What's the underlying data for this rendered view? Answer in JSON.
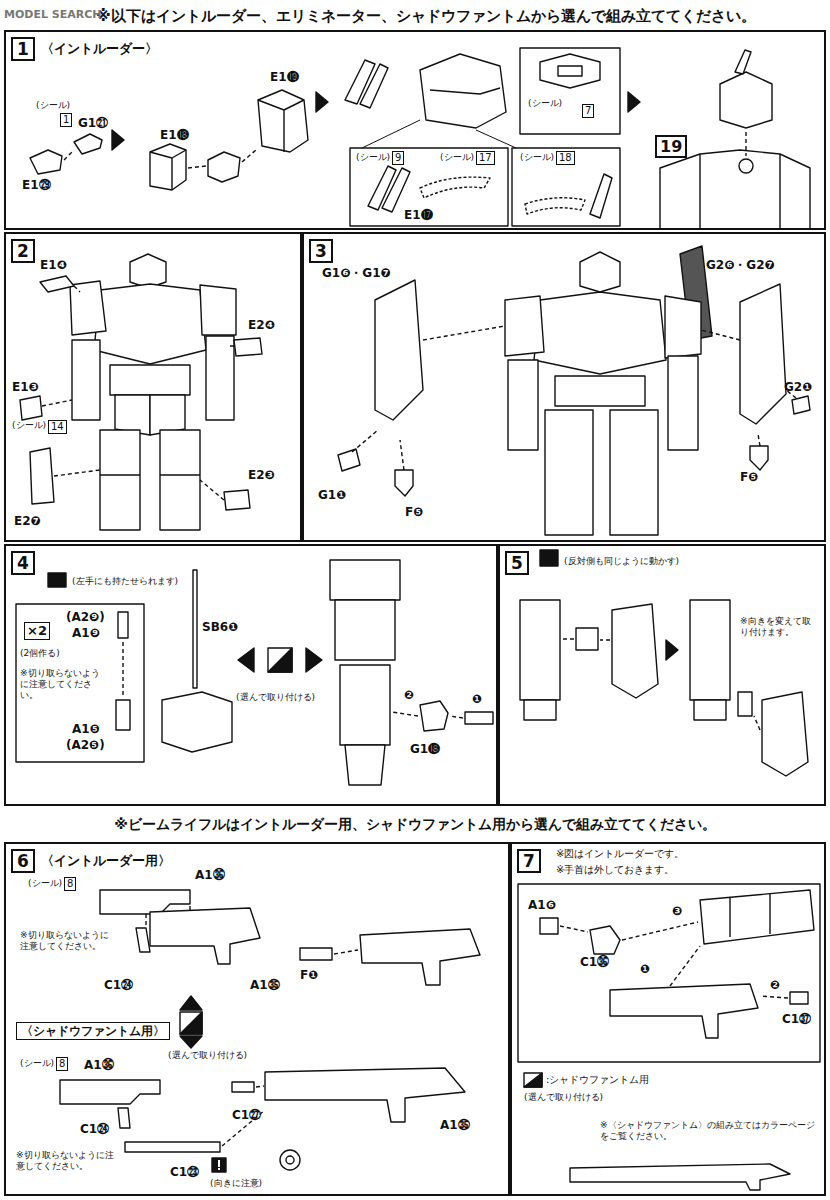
{
  "diagram": {
    "title": "※以下はイントルーダー、エリミネーター、シャドウファントムから選んで組み立ててください。",
    "nodes": [
      {
        "text": [
          "1",
          "〈イントルーダー〉"
        ]
      },
      {
        "text": [
          "2"
        ]
      },
      {
        "text": [
          "3"
        ]
      },
      {
        "text": [
          "4"
        ]
      },
      {
        "text": [
          "5"
        ]
      },
      {
        "text": [
          "※ビームライフルはイントルーダー用、シャドウファントム用から選んで組み立ててください。"
        ]
      },
      {
        "text": [
          "6",
          "〈イントルーダー用〉"
        ]
      },
      {
        "text": [
          "7"
        ]
      }
    ],
    "labels": [
      "MODEL SEARCH",
      "(シール)",
      "1",
      "G1㉑",
      "E1㉙",
      "E1⓲",
      "E1⓳",
      "(シール)",
      "7",
      "(シール)",
      "9",
      "(シール)",
      "17",
      "(シール)",
      "18",
      "E1⓱",
      "19",
      "E1❹",
      "E2❹",
      "E1❸",
      "(シール)",
      "14",
      "E2❼",
      "E2❸",
      "G1❻・G1❼",
      "G1❶",
      "F❺",
      "G2❻・G2❼",
      "G2❶",
      "F❺",
      "(左手にも持たせられます)",
      "×2",
      "(2個作る)",
      "(A2❾)",
      "A1❾",
      "※切り取らないように注意してください。",
      "A1❺",
      "(A2❺)",
      "SB6❶",
      "(選んで取り付ける)",
      "❷",
      "❶",
      "G1⓲",
      "(反対側も同じように動かす)",
      "※向きを変えて取り付けます。",
      "(シール)",
      "8",
      "A1㊱",
      "※切り取らないように注意してください。",
      "C1㉔",
      "A1㉟",
      "F❶",
      "(選んで取り付ける)",
      "〈シャドウファントム用〉",
      "(シール)",
      "8",
      "A1㊱",
      "C1㉔",
      "※切り取らないように注意してください。",
      "C1㉓",
      "C1㉗",
      "(向きに注意)",
      "A1㉟",
      "※図はイントルーダーです。",
      "※手首は外しておきます。",
      "A1❻",
      "C1㊱",
      "❸",
      "❶",
      "❷",
      "C1㊲",
      "(選んで取り付ける)",
      ":シャドウファントム用",
      "※〈シャドウファントム〉の組み立てはカラーページをご覧ください。"
    ]
  }
}
